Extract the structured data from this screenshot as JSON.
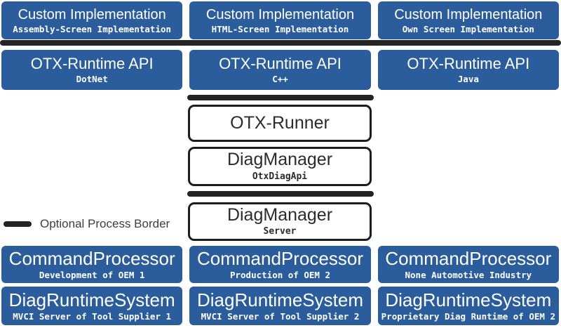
{
  "colors": {
    "box_blue": "#2B5C9C",
    "bar_black": "#242424",
    "outline_dark": "#1d1d1d",
    "title_dark": "#2b2b2b",
    "legend_text": "#3d3d3d"
  },
  "top_row": [
    {
      "title": "Custom Implementation",
      "subtitle": "Assembly-Screen Implementation"
    },
    {
      "title": "Custom Implementation",
      "subtitle": "HTML-Screen Implementation"
    },
    {
      "title": "Custom Implementation",
      "subtitle": "Own Screen Implementation"
    }
  ],
  "api_row": [
    {
      "title": "OTX-Runtime API",
      "subtitle": "DotNet"
    },
    {
      "title": "OTX-Runtime API",
      "subtitle": "C++"
    },
    {
      "title": "OTX-Runtime API",
      "subtitle": "Java"
    }
  ],
  "middle": {
    "runner": {
      "title": "OTX-Runner"
    },
    "diag_manager_api": {
      "title": "DiagManager",
      "subtitle": "OtxDiagApi"
    },
    "diag_manager_server": {
      "title": "DiagManager",
      "subtitle": "Server"
    }
  },
  "legend": {
    "label": "Optional Process Border"
  },
  "command_row": [
    {
      "title": "CommandProcessor",
      "subtitle": "Development of OEM 1"
    },
    {
      "title": "CommandProcessor",
      "subtitle": "Production of OEM 2"
    },
    {
      "title": "CommandProcessor",
      "subtitle": "None Automotive Industry"
    }
  ],
  "runtime_row": [
    {
      "title": "DiagRuntimeSystem",
      "subtitle": "MVCI Server of Tool Supplier 1"
    },
    {
      "title": "DiagRuntimeSystem",
      "subtitle": "MVCI Server of Tool Supplier 2"
    },
    {
      "title": "DiagRuntimeSystem",
      "subtitle": "Proprietary Diag Runtime of OEM 2"
    }
  ]
}
